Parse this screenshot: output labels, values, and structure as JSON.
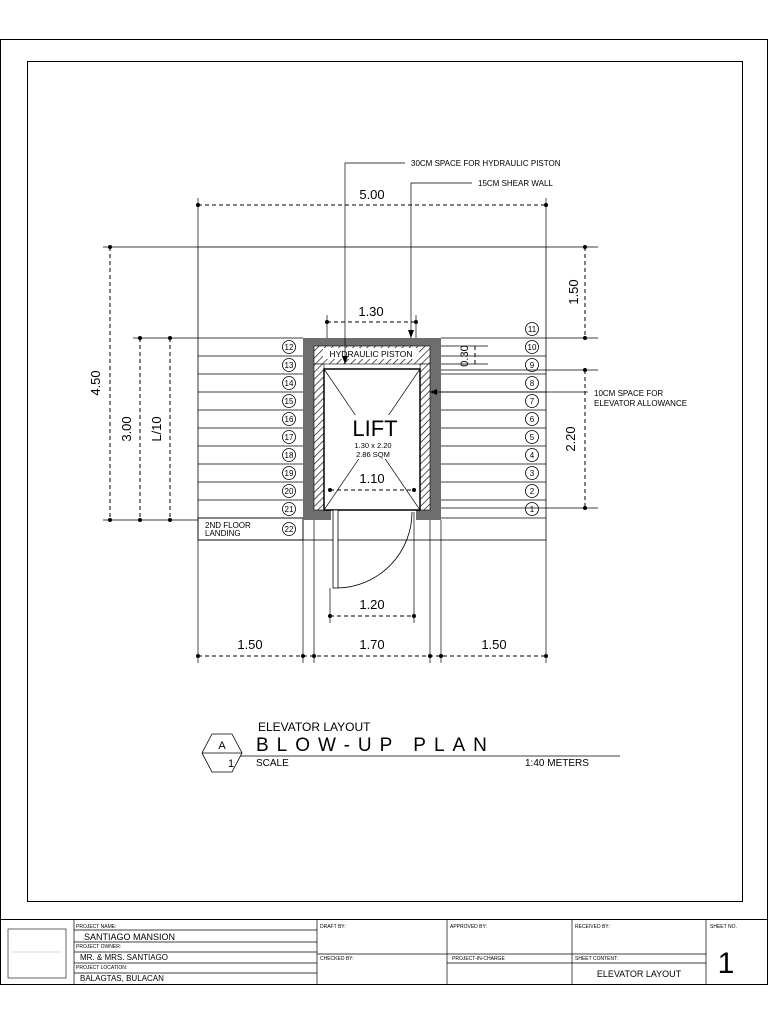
{
  "notes": {
    "hydraulic_space": "30CM SPACE FOR HYDRAULIC PISTON",
    "shear_wall": "15CM SHEAR WALL",
    "elevator_allowance_1": "10CM SPACE FOR",
    "elevator_allowance_2": "ELEVATOR ALLOWANCE"
  },
  "dimensions": {
    "total_width": "5.00",
    "top_depth": "1.50",
    "total_height": "4.50",
    "stair_run": "3.00",
    "stair_l10": "L/10",
    "shaft_width": "1.30",
    "piston_depth": "0.30",
    "shaft_depth": "2.20",
    "cab_width": "1.10",
    "door_width": "1.20",
    "left_span": "1.50",
    "mid_span": "1.70",
    "right_span": "1.50"
  },
  "plan": {
    "hydraulic_piston": "HYDRAULIC PISTON",
    "lift": "LIFT",
    "lift_size": "1.30 x 2.20",
    "lift_area": "2.86 SQM",
    "landing_1": "2ND FLOOR",
    "landing_2": "LANDING",
    "left_steps": [
      "12",
      "13",
      "14",
      "15",
      "16",
      "17",
      "18",
      "19",
      "20",
      "21"
    ],
    "right_steps": [
      "11",
      "10",
      "9",
      "8",
      "7",
      "6",
      "5",
      "4",
      "3",
      "2",
      "1"
    ],
    "landing_step": "22"
  },
  "title_block": {
    "subtitle": "ELEVATOR LAYOUT",
    "title": "BLOW-UP PLAN",
    "detail_letter": "A",
    "detail_number": "1",
    "scale_label": "SCALE",
    "scale_value": "1:40 METERS"
  },
  "sheet_info": {
    "project_name_label": "PROJECT NAME:",
    "project_name": "SANTIAGO MANSION",
    "project_owner_label": "PROJECT OWNER:",
    "project_owner": "MR. & MRS. SANTIAGO",
    "project_location_label": "PROJECT LOCATION:",
    "project_location": "BALAGTAS, BULACAN",
    "draft_by_label": "DRAFT BY:",
    "checked_by_label": "CHECKED BY:",
    "approved_by_label": "APPROVED BY:",
    "project_in_charge_label": "PROJECT-IN-CHARGE",
    "received_by_label": "RECEIVED BY:",
    "sheet_content_label": "SHEET CONTENT:",
    "sheet_content": "ELEVATOR LAYOUT",
    "sheet_no_label": "SHEET NO.",
    "sheet_no": "1"
  }
}
